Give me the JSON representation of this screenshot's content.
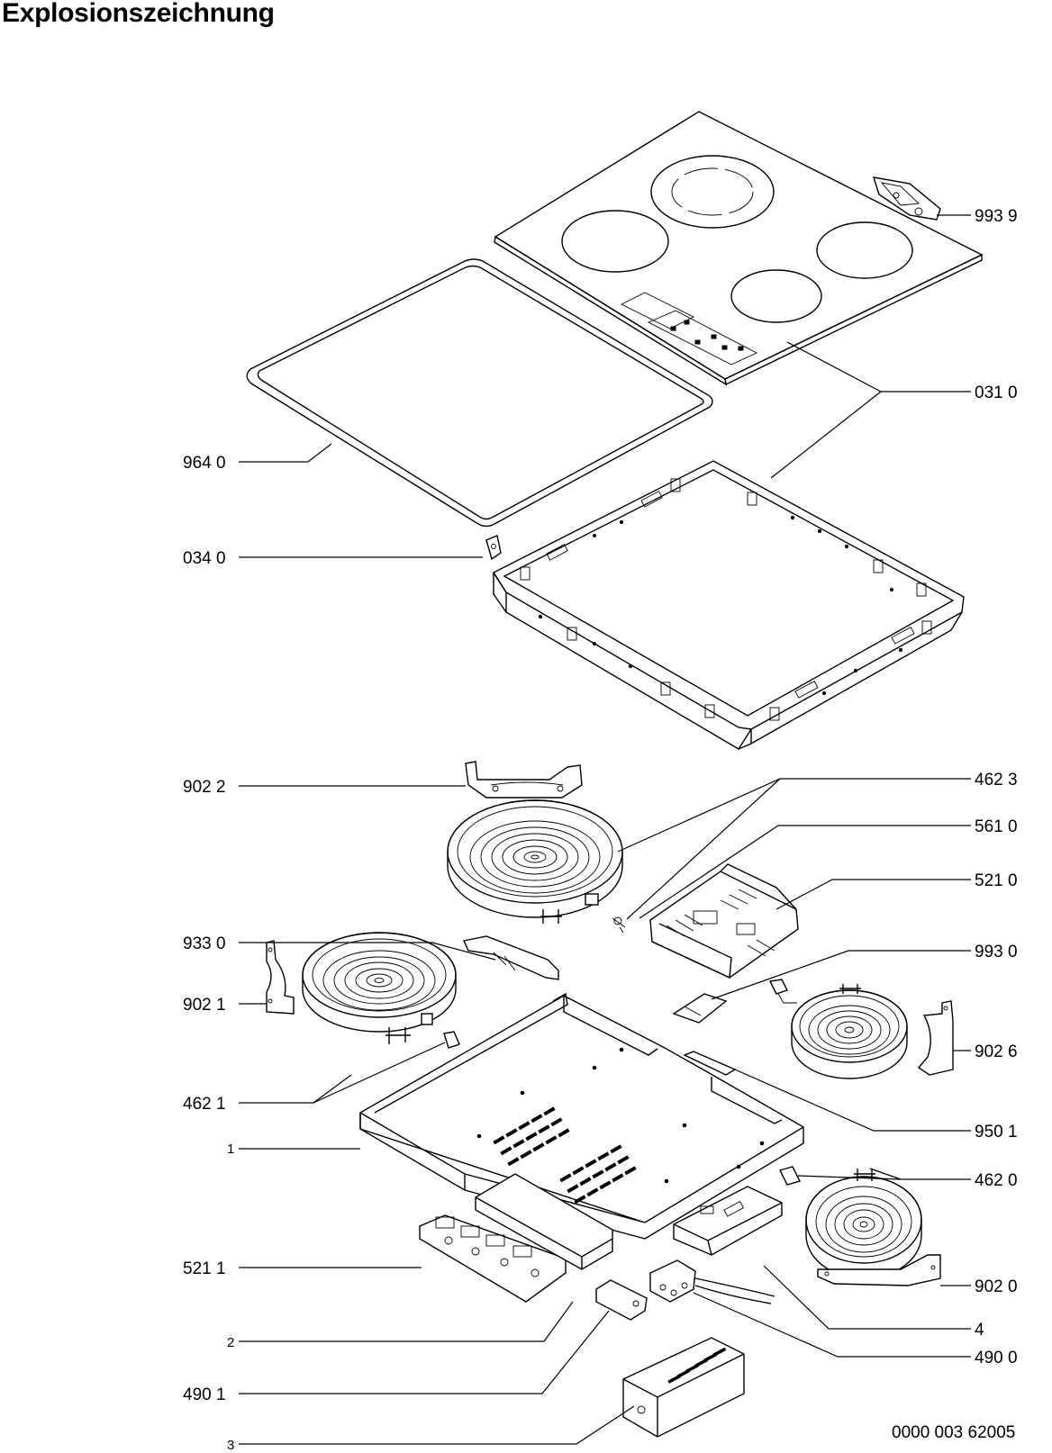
{
  "title": "Explosionszeichnung",
  "document_number": "0000 003 62005",
  "part_labels": {
    "p9939": "993 9",
    "p0310": "031 0",
    "p9640": "964 0",
    "p0340": "034 0",
    "p9022": "902 2",
    "p4623": "462 3",
    "p5610": "561 0",
    "p5210": "521 0",
    "p9330": "933 0",
    "p9930": "993 0",
    "p9021": "902 1",
    "p9026": "902 6",
    "p4621": "462 1",
    "p9501": "950 1",
    "p1": "1",
    "p4620": "462 0",
    "p5211": "521 1",
    "p9020": "902 0",
    "p2": "2",
    "p4": "4",
    "p4901": "490 1",
    "p4900": "490 0",
    "p3": "3"
  }
}
